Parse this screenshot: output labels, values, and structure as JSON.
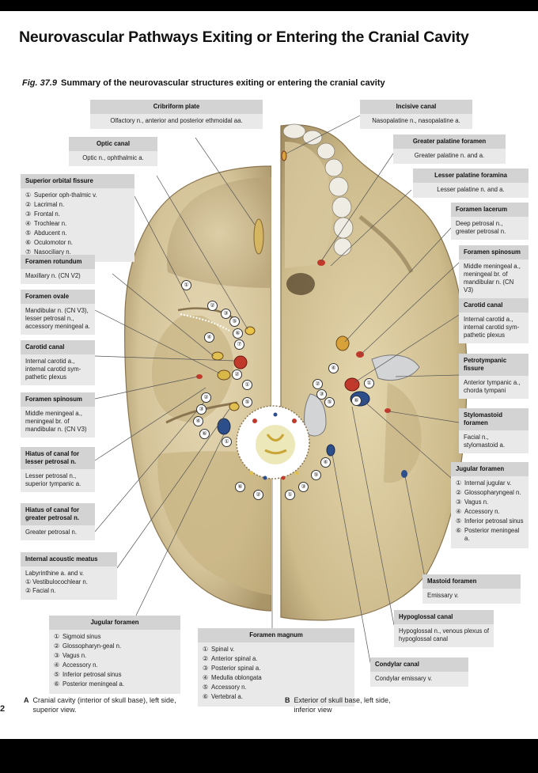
{
  "title": "Neurovascular Pathways Exiting or Entering the Cranial Cavity",
  "figure": {
    "number": "Fig. 37.9",
    "caption": "Summary of the neurovascular structures exiting or entering the cranial cavity"
  },
  "page_number": "2",
  "left_labels": {
    "cribriform": {
      "heading": "Cribriform plate",
      "body": "Olfactory n., anterior and posterior ethmoidal aa."
    },
    "optic": {
      "heading": "Optic canal",
      "body": "Optic n., ophthalmic a."
    },
    "sof": {
      "heading": "Superior orbital fissure",
      "items": [
        {
          "n": "①",
          "t": "Superior oph-thalmic v."
        },
        {
          "n": "②",
          "t": "Lacrimal n."
        },
        {
          "n": "③",
          "t": "Frontal n."
        },
        {
          "n": "④",
          "t": "Trochlear n."
        },
        {
          "n": "⑤",
          "t": "Abducent n."
        },
        {
          "n": "⑥",
          "t": "Oculomotor n."
        },
        {
          "n": "⑦",
          "t": "Nasociliary n."
        }
      ]
    },
    "rotundum": {
      "heading": "Foramen rotundum",
      "body": "Maxillary n. (CN V2)"
    },
    "ovale": {
      "heading": "Foramen ovale",
      "body": "Mandibular n. (CN V3), lesser petrosal n., accessory meningeal a."
    },
    "carotid": {
      "heading": "Carotid canal",
      "body": "Internal carotid a., internal carotid sym-pathetic plexus"
    },
    "spinosum": {
      "heading": "Foramen spinosum",
      "body": "Middle meningeal a., meningeal br. of mandibular n. (CN V3)"
    },
    "hiatus_lesser": {
      "heading": "Hiatus of canal for lesser petrosal n.",
      "body": "Lesser petrosal n., superior tympanic a."
    },
    "hiatus_greater": {
      "heading": "Hiatus of canal for greater petrosal n.",
      "body": "Greater petrosal n."
    },
    "iam": {
      "heading": "Internal acoustic meatus",
      "lines": [
        "Labyrinthine a. and v.",
        "① Vestibulocochlear n.",
        "② Facial n."
      ]
    }
  },
  "jugular_left": {
    "heading": "Jugular foramen",
    "items": [
      {
        "n": "①",
        "t": "Sigmoid sinus"
      },
      {
        "n": "②",
        "t": "Glossopharyn-geal n."
      },
      {
        "n": "③",
        "t": "Vagus n."
      },
      {
        "n": "④",
        "t": "Accessory n."
      },
      {
        "n": "⑤",
        "t": "Inferior petrosal sinus"
      },
      {
        "n": "⑥",
        "t": "Posterior meningeal a."
      }
    ]
  },
  "magnum": {
    "heading": "Foramen magnum",
    "items": [
      {
        "n": "①",
        "t": "Spinal v."
      },
      {
        "n": "②",
        "t": "Anterior spinal a."
      },
      {
        "n": "③",
        "t": "Posterior spinal a."
      },
      {
        "n": "④",
        "t": "Medulla oblongata"
      },
      {
        "n": "⑤",
        "t": "Accessory n."
      },
      {
        "n": "⑥",
        "t": "Vertebral a."
      }
    ]
  },
  "right_labels": {
    "incisive": {
      "heading": "Incisive canal",
      "body": "Nasopalatine n., nasopalatine a."
    },
    "gpf": {
      "heading": "Greater palatine foramen",
      "body": "Greater palatine n. and a."
    },
    "lpf": {
      "heading": "Lesser palatine foramina",
      "body": "Lesser palatine n. and a."
    },
    "lacerum": {
      "heading": "Foramen lacerum",
      "body": "Deep petrosal n., greater petrosal n."
    },
    "spinosum": {
      "heading": "Foramen spinosum",
      "body": "Middle meningeal a., meningeal br. of mandibular n. (CN V3)"
    },
    "carotid": {
      "heading": "Carotid canal",
      "body": "Internal carotid a., internal carotid sym-pathetic plexus"
    },
    "petrotympanic": {
      "heading": "Petrotympanic fissure",
      "body": "Anterior tympanic a., chorda tympani"
    },
    "stylomastoid": {
      "heading": "Stylomastoid foramen",
      "body": "Facial n., stylomastoid a."
    },
    "jugular": {
      "heading": "Jugular foramen",
      "items": [
        {
          "n": "①",
          "t": "Internal jugular v."
        },
        {
          "n": "②",
          "t": "Glossopharyngeal n."
        },
        {
          "n": "③",
          "t": "Vagus n."
        },
        {
          "n": "④",
          "t": "Accessory n."
        },
        {
          "n": "⑤",
          "t": "Inferior petrosal sinus"
        },
        {
          "n": "⑥",
          "t": "Posterior meningeal a."
        }
      ]
    },
    "mastoid": {
      "heading": "Mastoid foramen",
      "body": "Emissary v."
    },
    "hypoglossal": {
      "heading": "Hypoglossal canal",
      "body": "Hypoglossal n., venous plexus of hypoglossal canal"
    },
    "condylar": {
      "heading": "Condylar canal",
      "body": "Condylar emissary v."
    }
  },
  "notes": {
    "a_key": "A",
    "a_text": "Cranial cavity (interior of skull base), left side, superior view.",
    "b_key": "B",
    "b_text": "Exterior of skull base, left side, inferior view"
  },
  "markers": [
    "①",
    "②",
    "③",
    "④",
    "⑤",
    "⑥",
    "⑦"
  ],
  "colors": {
    "bone": "#d8c9a2",
    "bone_dark": "#a89468",
    "label_bg": "#e9e9e9",
    "label_head": "#d3d3d3",
    "artery": "#c0392b",
    "vein": "#2c4f8c",
    "nerve": "#e0c050"
  }
}
